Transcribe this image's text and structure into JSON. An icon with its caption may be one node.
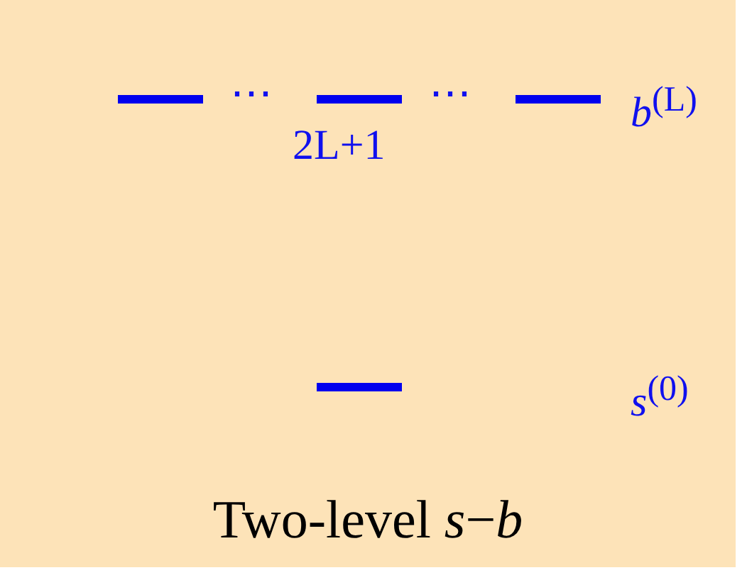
{
  "diagram": {
    "caption": "Two-level *s*−*b*",
    "labels": [
      "⋯",
      "⋯",
      "*b*$^{(L)}$",
      "2L+1",
      "*s*$^{(0)}$"
    ]
  }
}
